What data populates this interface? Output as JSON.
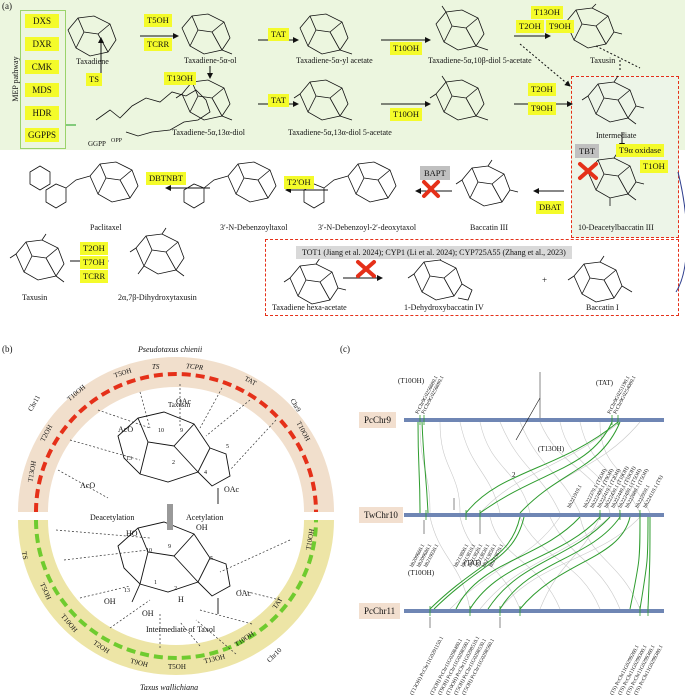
{
  "panel_a": {
    "label": "(a)",
    "mep_label": "MEP pathway",
    "mep_genes": [
      "DXS",
      "DXR",
      "CMK",
      "MDS",
      "HDR",
      "GGPPS"
    ],
    "ggpp": "GGPP",
    "opp": "OPP",
    "enzymes": {
      "ts": "TS",
      "t5oh": "T5OH",
      "tcrr": "TCRR",
      "tat1": "TAT",
      "t10oh_1": "T10OH",
      "t13oh_top": "T13OH",
      "t2oh_top": "T2OH",
      "t9oh_top": "T9OH",
      "t13oh_2": "T13OH",
      "tat2": "TAT",
      "t10oh_2": "T10OH",
      "t2oh_2": "T2OH",
      "t9oh_2": "T9OH",
      "tbt": "TBT",
      "t9a_ox": "T9α oxidase",
      "t1oh": "T1OH",
      "dbat": "DBAT",
      "bapt": "BAPT",
      "t2p_oh": "T2′OH",
      "dbtnbt": "DBTNBT",
      "t2oh_3": "T2OH",
      "t7oh_3": "T7OH",
      "tcrr_3": "TCRR"
    },
    "compounds": {
      "taxadiene": "Taxadiene",
      "taxadienol": "Taxadiene-5α-ol",
      "taxadienyl_acetate": "Taxadiene-5α-yl acetate",
      "taxadiene_10b": "Taxadiene-5α,10β-diol  5-acetate",
      "taxusin_top": "Taxusin",
      "taxadiene_13a": "Taxadiene-5α,13α-diol",
      "taxadiene_13a_ac": "Taxadiene-5α,13α-diol  5-acetate",
      "intermediate": "Intermediate",
      "deacetylbaccatin": "10-Deacetylbaccatin  III",
      "baccatin3": "Baccatin III",
      "debenzoyl_deoxy": "3′-N-Debenzoyl-2′-deoxytaxol",
      "debenzoyl": "3′-N-Debenzoyltaxol",
      "paclitaxel": "Paclitaxel",
      "taxusin_bottom": "Taxusin",
      "dihydroxytaxusin": "2α,7β-Dihydroxytaxusin",
      "hexa_acetate": "Taxadiene hexa-acetate",
      "dehydroxybaccatin": "1-Dehydroxybaccatin IV",
      "baccatin1": "Baccatin I",
      "plus": "+"
    },
    "refs_line": "TOT1 (Jiang et al. 2024); CYP1 (Li et al. 2024); CYP725A55 (Zhang et al., 2023)"
  },
  "panel_b": {
    "label": "(b)",
    "top_species": "Pseudotaxus chienii",
    "bottom_species": "Taxus wallichiana",
    "chr_left": "Chr11",
    "chr_right": "Chr9",
    "chr_bottom_right": "Chr10",
    "upper_ring_genes": [
      "T13OH",
      "T2OH",
      "T10OH",
      "T5OH",
      "TS",
      "TCPR",
      "TAT",
      "T10OH"
    ],
    "lower_ring_genes": [
      "TS",
      "T5OH",
      "T10OH",
      "T2OH",
      "T9OH",
      "T5OH",
      "T13OH",
      "T10OH",
      "TAT",
      "T10OH"
    ],
    "taxusin": "Taxusin",
    "deacetylation": "Deacetylation",
    "acetylation": "Acetylation",
    "intermediate_taxol": "Intermediate of Taxol",
    "atom_nums": [
      "10",
      "9",
      "13",
      "2",
      "4",
      "5",
      "10",
      "9",
      "13",
      "1",
      "2",
      "5"
    ],
    "groups": [
      "AcO",
      "OAc",
      "AcO",
      "OAc",
      "HO",
      "OH",
      "OAc",
      "OH",
      "OH",
      "H"
    ]
  },
  "panel_c": {
    "label": "(c)",
    "chr_top": "PcChr9",
    "chr_mid": "TwChr10",
    "chr_bot": "PcChr11",
    "top_left_genes": [
      "PcChr9G0256680.1",
      "PcChr9G0256690.1"
    ],
    "top_left_note": "(T10OH)",
    "top_right_genes": [
      "PcChr9G0251190.1",
      "PcChr9G0254080.1"
    ],
    "top_right_note": "(TAT)",
    "t13oh_note": "(T13OH)",
    "arrow_num": "2",
    "mid_right_genes": [
      "hh221910.1",
      "hh222370.1 (T5OH)",
      "hh222400.1 (T9OH)",
      "hh222410.1 (T2OH)",
      "hh222430.1 (T10OH)",
      "hh222440.1 (T10OH)",
      "hh222450.1 (T5OH)",
      "hh222680.1 (T5OH)",
      "hh222950.1",
      "hh224110.1 (TS)"
    ],
    "mid_left_genes": [
      "hh209660.1",
      "hh209680.1",
      "hh210030.1"
    ],
    "mid_left_note": "(T10OH)",
    "mid_center_genes": [
      "hh213800.1",
      "hh213810.1",
      "hh213820.1",
      "hh213830.1",
      "hh213850.1",
      "hh213870.1"
    ],
    "mid_center_note": "(TAT)",
    "bottom_genes": [
      "(T13OH) PcChr11G0291150.1",
      "(T2OH) PcChr11G0298480.1",
      "(T9OH) PcChr11G0298500.1",
      "(T10OH) PcChr11G0298510.1",
      "(T5OH) PcChr11G0298530.1",
      "(T5OH) PcChr11G0298560.1",
      "(TS) PcChr11G0299260.1",
      "(TS) PcChr11G0299300.1",
      "(TS) PcChr11G0299360.1",
      "(TS) PcChr11G0299380.1"
    ]
  },
  "colors": {
    "panel_a_bg": "#ecf6df",
    "enzyme_yellow": "#f4fb2a",
    "block_red": "#e53019",
    "ring_tan": "#f1dfcc",
    "ring_olive": "#ede5a6",
    "arrow_green": "#6fcb2f",
    "synteny_green": "#2e9c2e"
  }
}
